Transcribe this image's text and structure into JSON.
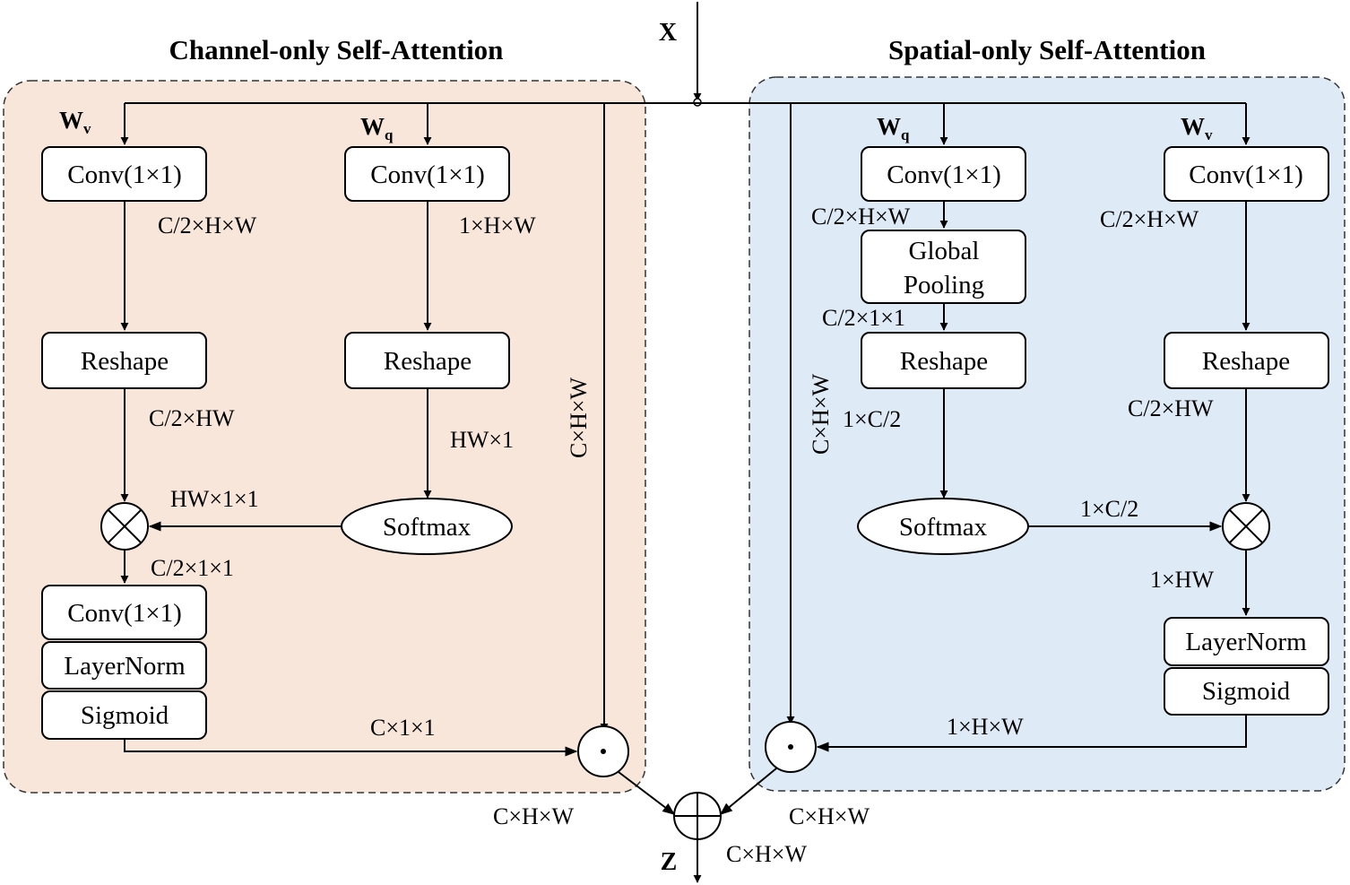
{
  "input_label": "X",
  "output_label": "Z",
  "colors": {
    "channel_panel": "#f8e6da",
    "spatial_panel": "#deeaf6"
  },
  "channel": {
    "title": "Channel-only Self-Attention",
    "wv": {
      "main": "W",
      "sub": "v"
    },
    "wq": {
      "main": "W",
      "sub": "q"
    },
    "conv_v": "Conv(1×1)",
    "conv_q": "Conv(1×1)",
    "reshape_v": "Reshape",
    "reshape_q": "Reshape",
    "softmax": "Softmax",
    "conv_out": "Conv(1×1)",
    "layernorm": "LayerNorm",
    "sigmoid": "Sigmoid",
    "dims": {
      "v_conv": "C/2×H×W",
      "q_conv": "1×H×W",
      "v_reshape": "C/2×HW",
      "q_reshape": "HW×1",
      "softmax_out": "HW×1×1",
      "mult_out": "C/2×1×1",
      "sigmoid_out": "C×1×1",
      "skip": "C×H×W",
      "branch_out": "C×H×W"
    }
  },
  "spatial": {
    "title": "Spatial-only Self-Attention",
    "wq": {
      "main": "W",
      "sub": "q"
    },
    "wv": {
      "main": "W",
      "sub": "v"
    },
    "conv_q": "Conv(1×1)",
    "conv_v": "Conv(1×1)",
    "pool_line1": "Global",
    "pool_line2": "Pooling",
    "reshape_q": "Reshape",
    "reshape_v": "Reshape",
    "softmax": "Softmax",
    "layernorm": "LayerNorm",
    "sigmoid": "Sigmoid",
    "dims": {
      "q_conv": "C/2×H×W",
      "pool_out": "C/2×1×1",
      "q_reshape": "1×C/2",
      "softmax_out": "1×C/2",
      "v_conv": "C/2×H×W",
      "v_reshape": "C/2×HW",
      "mult_out": "1×HW",
      "sigmoid_out": "1×H×W",
      "skip": "C×H×W",
      "branch_out": "C×H×W"
    }
  },
  "output_dim": "C×H×W"
}
